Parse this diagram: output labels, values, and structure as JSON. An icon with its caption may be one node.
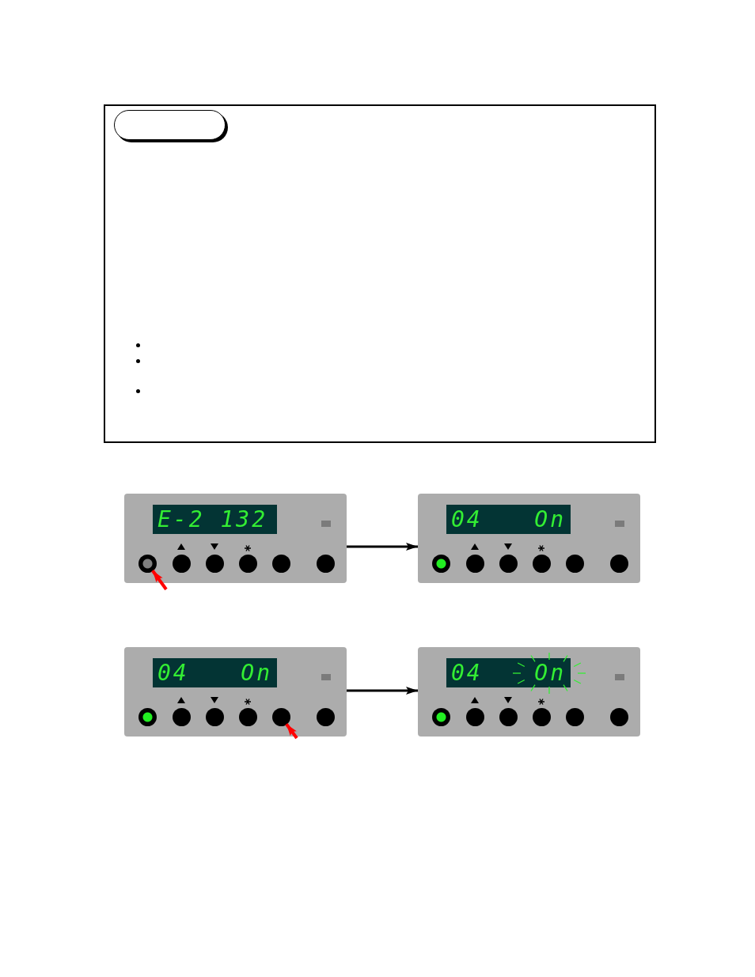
{
  "diagram": {
    "nodes": [
      {
        "text": [],
        "shape": "box"
      },
      {
        "text": [],
        "shape": "pill",
        "in": 0
      },
      {
        "text": [
          "E-2 132"
        ]
      },
      {
        "text": [],
        "shape": "circle",
        "in": 2
      },
      {
        "text": [
          "04",
          "On"
        ]
      },
      {
        "text": [
          "04",
          "On"
        ]
      },
      {
        "text": [],
        "shape": "circle",
        "in": 5
      },
      {
        "text": [
          "04",
          "On"
        ]
      }
    ],
    "edges": [
      {
        "from": null,
        "to": 3,
        "arrow": "to",
        "color": "#ff0000"
      },
      {
        "from": 2,
        "to": 4,
        "arrow": "to",
        "color": "#000000"
      },
      {
        "from": null,
        "to": 6,
        "arrow": "to",
        "color": "#ff0000"
      },
      {
        "from": 5,
        "to": 7,
        "arrow": "to",
        "color": "#000000"
      }
    ]
  }
}
